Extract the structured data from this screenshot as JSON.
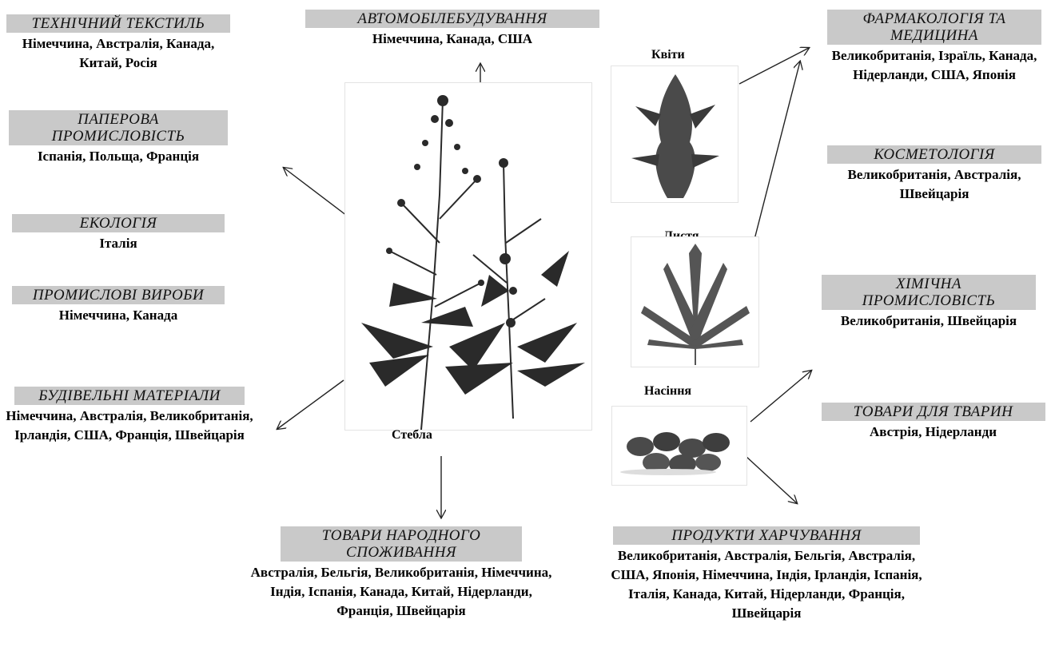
{
  "left": [
    {
      "key": "textile",
      "title": "Технічний текстиль",
      "countries": "Німеччина, Австралія, Канада, Китай, Росія"
    },
    {
      "key": "paper",
      "title": "Паперова промисловість",
      "countries": "Іспанія, Польща, Франція"
    },
    {
      "key": "ecology",
      "title": "Екологія",
      "countries": "Італія"
    },
    {
      "key": "industrial",
      "title": "Промислові вироби",
      "countries": "Німеччина, Канада"
    },
    {
      "key": "building",
      "title": "Будівельні матеріали",
      "countries": "Німеччина, Австралія, Великобританія, Ірландія, США, Франція, Швейцарія"
    }
  ],
  "top": {
    "title": "Автомобілебудування",
    "countries": "Німеччина, Канада, США"
  },
  "bottom": {
    "title": "Товари народного споживання",
    "countries": "Австралія, Бельгія, Великобританія, Німеччина, Індія, Іспанія, Канада, Китай, Нідерланди, Франція, Швейцарія"
  },
  "right": [
    {
      "key": "pharma",
      "title": "Фармакологія та медицина",
      "countries": "Великобританія, Ізраїль, Канада, Нідерланди, США, Японія"
    },
    {
      "key": "cosmetics",
      "title": "Косметологія",
      "countries": "Великобританія, Австралія, Швейцарія"
    },
    {
      "key": "chemical",
      "title": "Хімічна промисловість",
      "countries": "Великобританія, Швейцарія"
    },
    {
      "key": "animals",
      "title": "Товари для тварин",
      "countries": "Австрія, Нідерланди"
    }
  ],
  "food": {
    "title": "Продукти харчування",
    "countries": "Великобританія, Австралія, Бельгія, Австралія, США, Японія, Німеччина, Індія, Ірландія, Іспанія, Італія, Канада, Китай, Нідерланди, Франція, Швейцарія"
  },
  "plant_labels": {
    "flowers": "Квіти",
    "leaves": "Листя",
    "seeds": "Насіння",
    "stems": "Стебла"
  },
  "colors": {
    "header_bg": "#c9c9c9",
    "arrow": "#222222",
    "plant": "#2a2a2a"
  }
}
